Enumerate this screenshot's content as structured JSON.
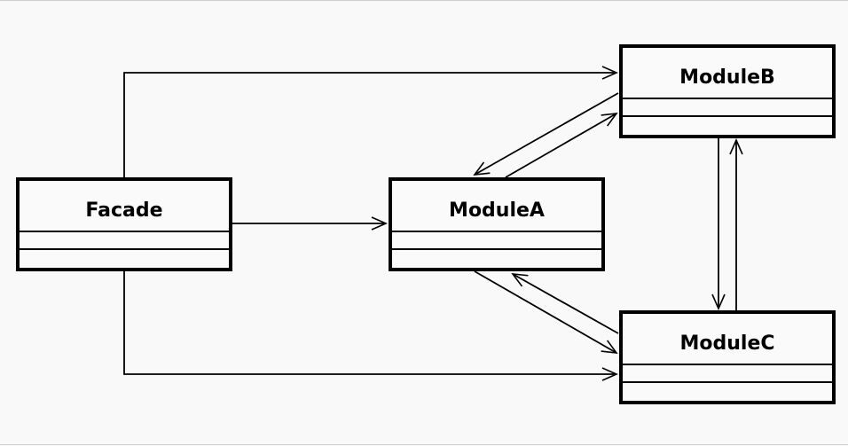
{
  "diagram": {
    "type": "uml-class-diagram",
    "classes": [
      {
        "id": "facade",
        "name": "Facade"
      },
      {
        "id": "module_a",
        "name": "ModuleA"
      },
      {
        "id": "module_b",
        "name": "ModuleB"
      },
      {
        "id": "module_c",
        "name": "ModuleC"
      }
    ],
    "associations": [
      {
        "from": "Facade",
        "to": "ModuleB",
        "arrow": "open"
      },
      {
        "from": "Facade",
        "to": "ModuleA",
        "arrow": "open"
      },
      {
        "from": "Facade",
        "to": "ModuleC",
        "arrow": "open"
      },
      {
        "from": "ModuleA",
        "to": "ModuleB",
        "arrow": "open"
      },
      {
        "from": "ModuleB",
        "to": "ModuleA",
        "arrow": "open"
      },
      {
        "from": "ModuleA",
        "to": "ModuleC",
        "arrow": "open"
      },
      {
        "from": "ModuleC",
        "to": "ModuleA",
        "arrow": "open"
      },
      {
        "from": "ModuleB",
        "to": "ModuleC",
        "arrow": "open"
      },
      {
        "from": "ModuleC",
        "to": "ModuleB",
        "arrow": "open"
      }
    ],
    "colors": {
      "background": "#f9f9f9",
      "stroke": "#000000"
    }
  }
}
